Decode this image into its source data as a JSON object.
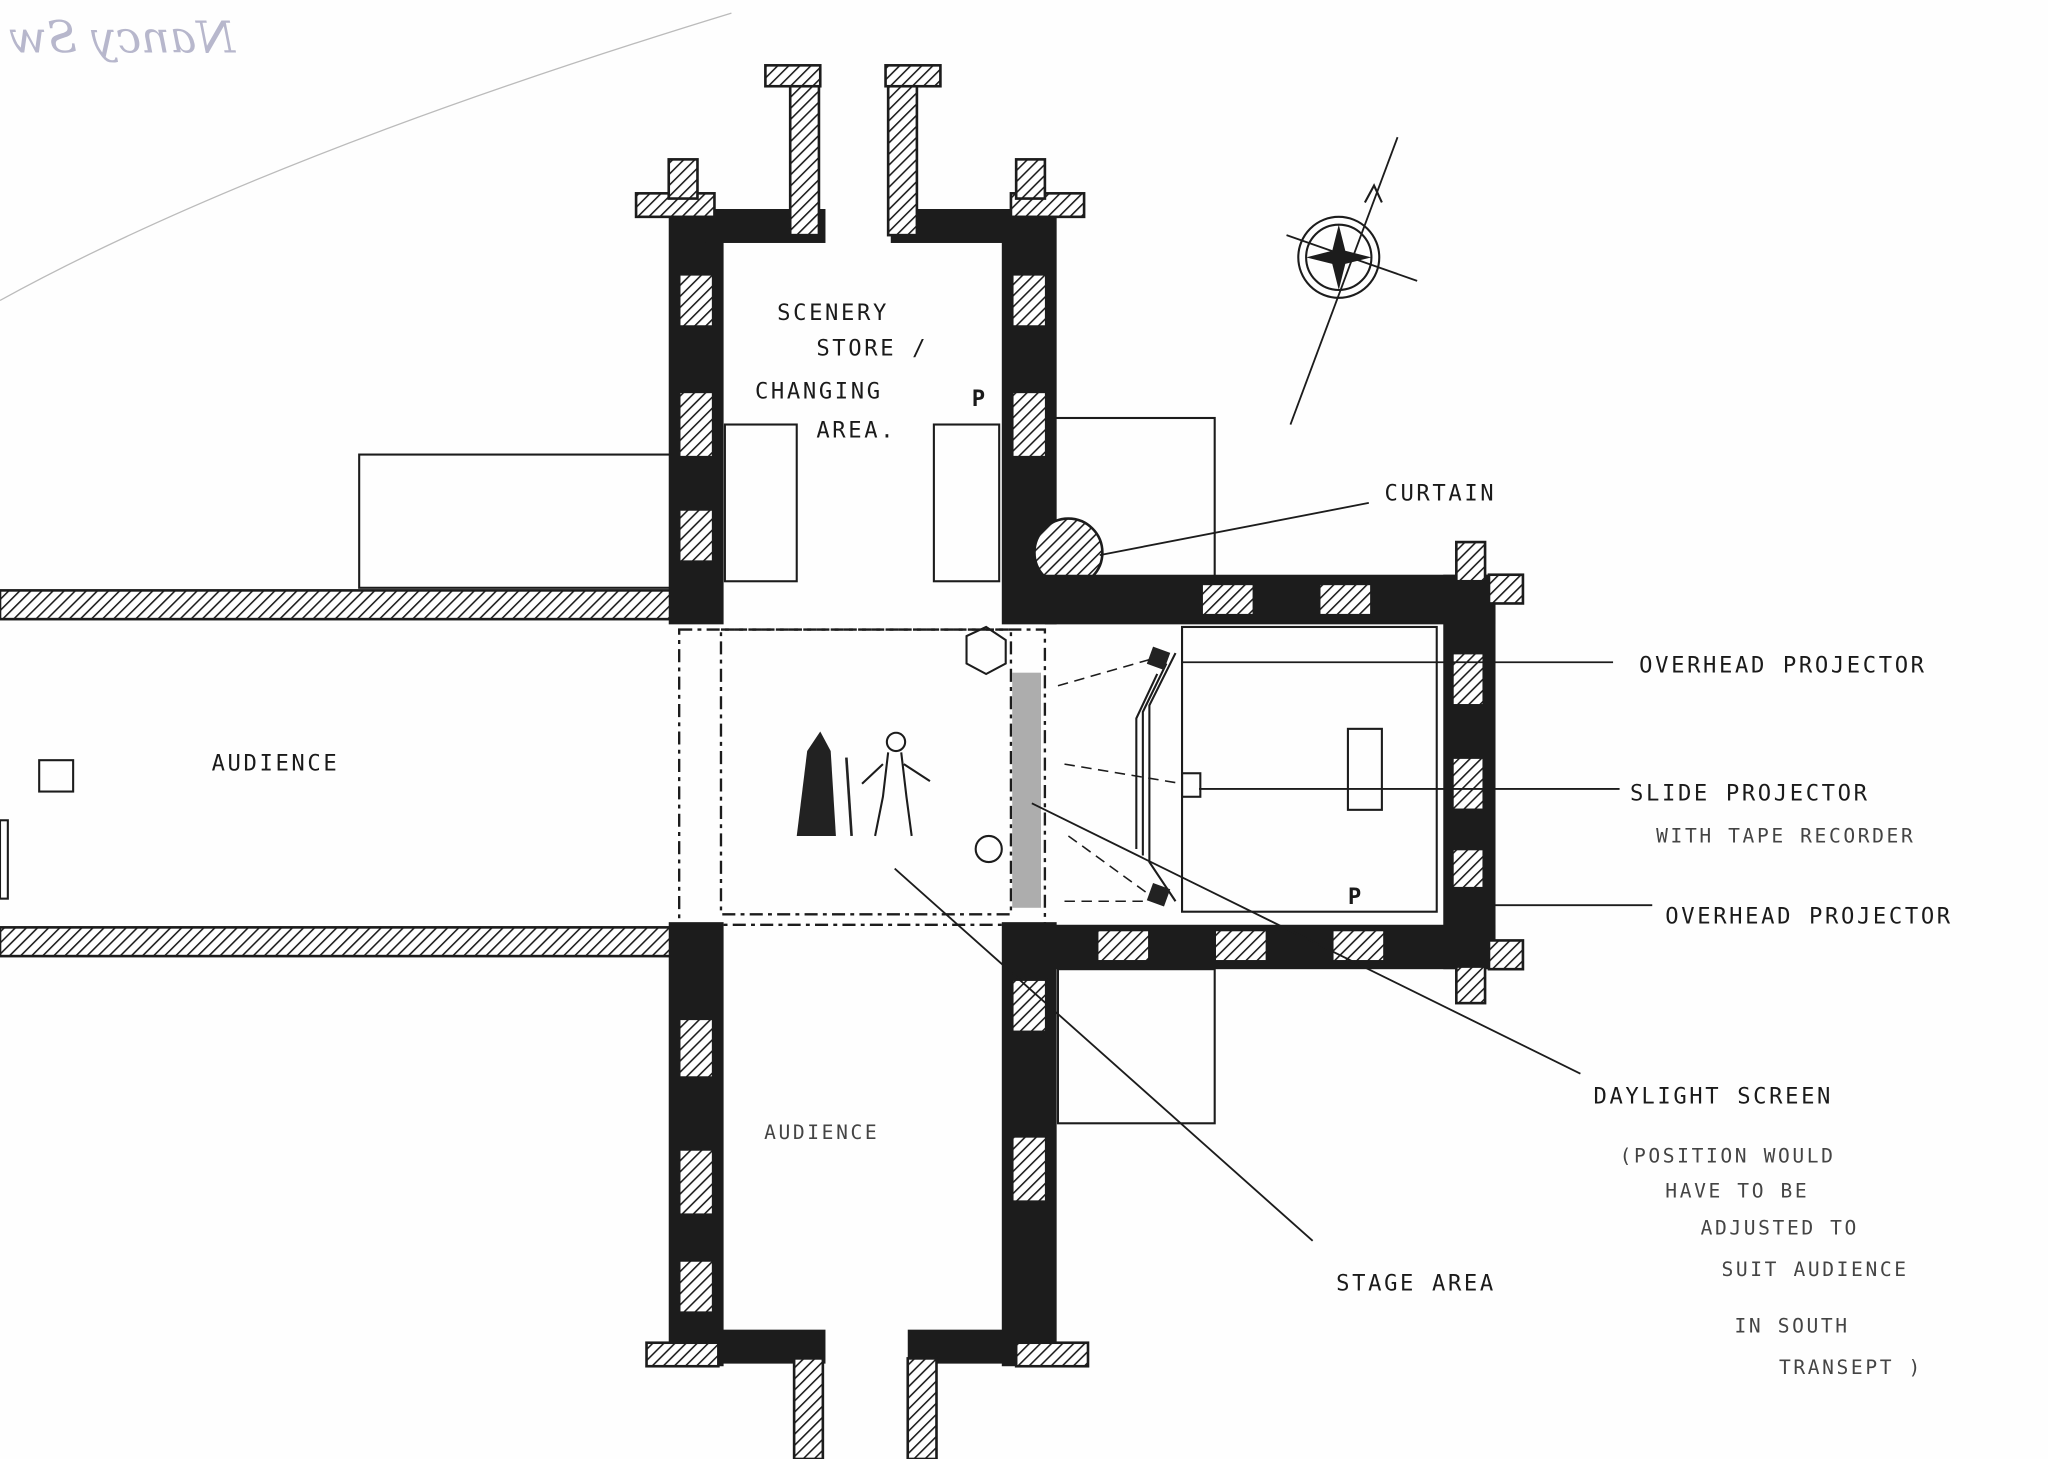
{
  "signature_bleed": "Nancy Sw",
  "rooms": {
    "north_transept": [
      "SCENERY",
      "STORE /",
      "CHANGING",
      "AREA."
    ],
    "nave": "AUDIENCE",
    "south_transept": "AUDIENCE",
    "p_marker_north": "P",
    "p_marker_chancel": "P"
  },
  "annotations": {
    "curtain": "CURTAIN",
    "overhead_projector_1": "OVERHEAD PROJECTOR",
    "slide_projector": [
      "SLIDE PROJECTOR",
      "WITH TAPE RECORDER"
    ],
    "overhead_projector_2": "OVERHEAD PROJECTOR",
    "daylight_screen": "DAYLIGHT SCREEN",
    "daylight_note": [
      "(POSITION WOULD",
      "HAVE TO BE",
      "ADJUSTED TO",
      "SUIT AUDIENCE",
      "IN SOUTH",
      "TRANSEPT )"
    ],
    "stage_area": "STAGE AREA"
  },
  "colors": {
    "ink": "#1c1c1c",
    "paper": "#fefefe",
    "pencil": "#9a9ab8"
  }
}
